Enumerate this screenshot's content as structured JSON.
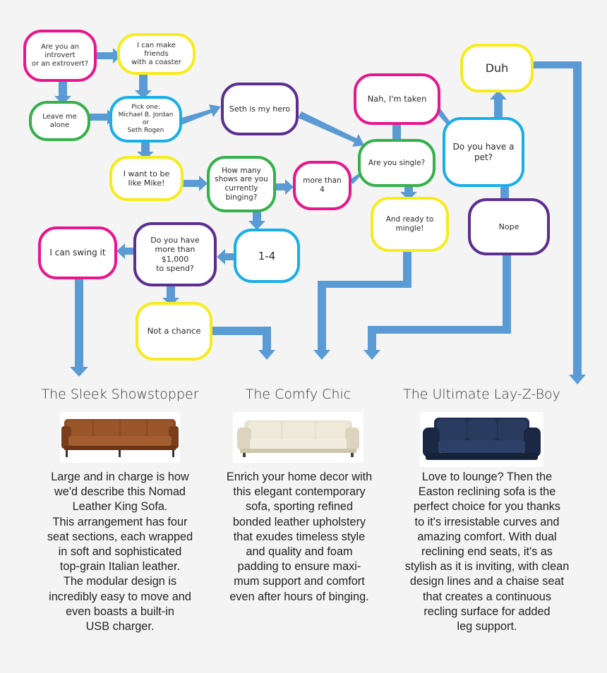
{
  "flowchart": {
    "nodes": [
      {
        "id": "introvert",
        "text": "Are you an introvert\nor an extrovert?",
        "color": "pink"
      },
      {
        "id": "coaster",
        "text": "I can make friends\nwith a coaster",
        "color": "yellow"
      },
      {
        "id": "leave",
        "text": "Leave me alone",
        "color": "green"
      },
      {
        "id": "pickone",
        "text": "Pick one:\nMichael B. Jordan or\nSeth Rogen",
        "color": "blue"
      },
      {
        "id": "seth",
        "text": "Seth is my hero",
        "color": "purple"
      },
      {
        "id": "mike",
        "text": "I want to be\nlike Mike!",
        "color": "yellow"
      },
      {
        "id": "binging",
        "text": "How many\nshows are you\ncurrently\nbinging?",
        "color": "green"
      },
      {
        "id": "more4",
        "text": "more than 4",
        "color": "pink"
      },
      {
        "id": "single",
        "text": "Are you single?",
        "color": "green"
      },
      {
        "id": "taken",
        "text": "Nah, I'm taken",
        "color": "pink"
      },
      {
        "id": "duh",
        "text": "Duh",
        "color": "yellow"
      },
      {
        "id": "pet",
        "text": "Do you have a\npet?",
        "color": "blue"
      },
      {
        "id": "mingle",
        "text": "And ready to\nmingle!",
        "color": "yellow"
      },
      {
        "id": "nope",
        "text": "Nope",
        "color": "purple"
      },
      {
        "id": "one4",
        "text": "1-4",
        "color": "blue"
      },
      {
        "id": "spend",
        "text": "Do you have\nmore than $1,000\nto spend?",
        "color": "purple"
      },
      {
        "id": "swing",
        "text": "I can swing it",
        "color": "pink"
      },
      {
        "id": "notchance",
        "text": "Not a chance",
        "color": "yellow"
      }
    ]
  },
  "columns": [
    {
      "title": "The Sleek Showstopper",
      "image_label": "brown leather sofa",
      "description": "Large and in charge is how\nwe'd describe this Nomad\nLeather King Sofa.\nThis arrangement has four\nseat sections, each wrapped\nin soft and sophisticated\ntop-grain Italian leather.\nThe modular design is\nincredibly easy to move and\neven boasts a built-in\nUSB charger."
    },
    {
      "title": "The Comfy Chic",
      "image_label": "cream leather sofa",
      "description": "Enrich your home decor with\nthis elegant contemporary\nsofa, sporting refined\nbonded leather upholstery\nthat exudes timeless style\nand quality and foam\npadding to ensure maxi-\nmum support and comfort\neven after hours of binging."
    },
    {
      "title": "The Ultimate Lay-Z-Boy",
      "image_label": "navy reclining sofa",
      "description": "Love to lounge? Then the\nEaston reclining sofa is the\nperfect choice for you thanks\nto it's irresistable curves and\namazing comfort. With dual\nreclining end seats, it's as\nstylish as it is inviting, with clean\ndesign lines and a chaise seat\nthat creates a continuous\nrecling surface for added\nleg support."
    }
  ],
  "colors": {
    "pink": "#e8168c",
    "yellow": "#f6ec1c",
    "green": "#36b04a",
    "blue": "#1aaee9",
    "purple": "#5b2f8f",
    "arrow": "#5b9bd5"
  }
}
